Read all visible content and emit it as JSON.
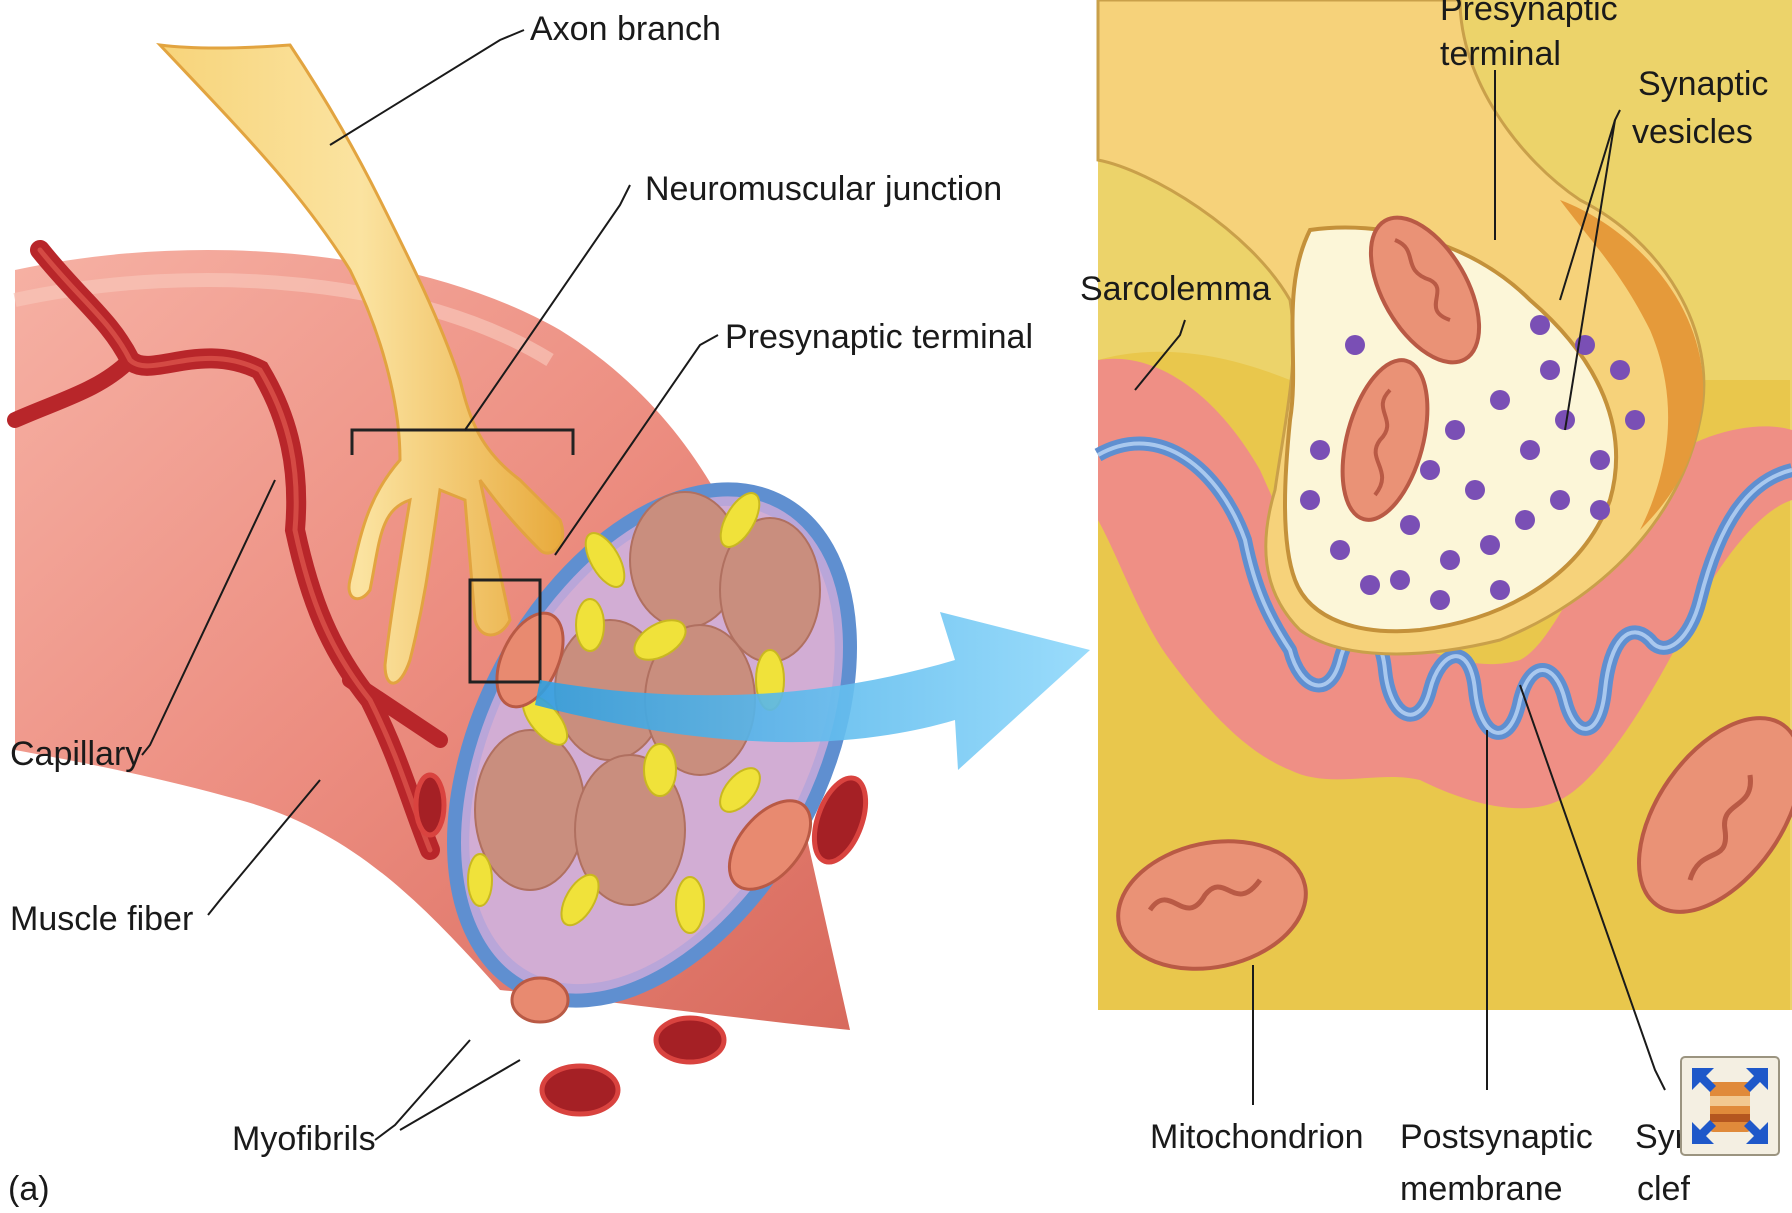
{
  "labels": {
    "axon_branch": "Axon branch",
    "neuromuscular_junction": "Neuromuscular junction",
    "presynaptic_terminal_left": "Presynaptic terminal",
    "capillary": "Capillary",
    "muscle_fiber": "Muscle fiber",
    "myofibrils": "Myofibrils",
    "panel_a": "(a)",
    "presynaptic_terminal_right_line1": "Presynaptic",
    "presynaptic_terminal_right_line2": "terminal",
    "synaptic_vesicles_line1": "Synaptic",
    "synaptic_vesicles_line2": "vesicles",
    "sarcolemma": "Sarcolemma",
    "mitochondrion": "Mitochondrion",
    "postsynaptic_line1": "Postsynaptic",
    "postsynaptic_line2": "membrane",
    "cleft_line1": "Syr",
    "cleft_line2": "clef"
  },
  "colors": {
    "muscle": "#e8837a",
    "axon": "#f2c15a",
    "capillary": "#b8262a",
    "membrane": "#5f8fd0",
    "cytoplasm": "#f0d66a",
    "vesicle": "#7a4fb5",
    "arrow": "#4fb8ee"
  }
}
